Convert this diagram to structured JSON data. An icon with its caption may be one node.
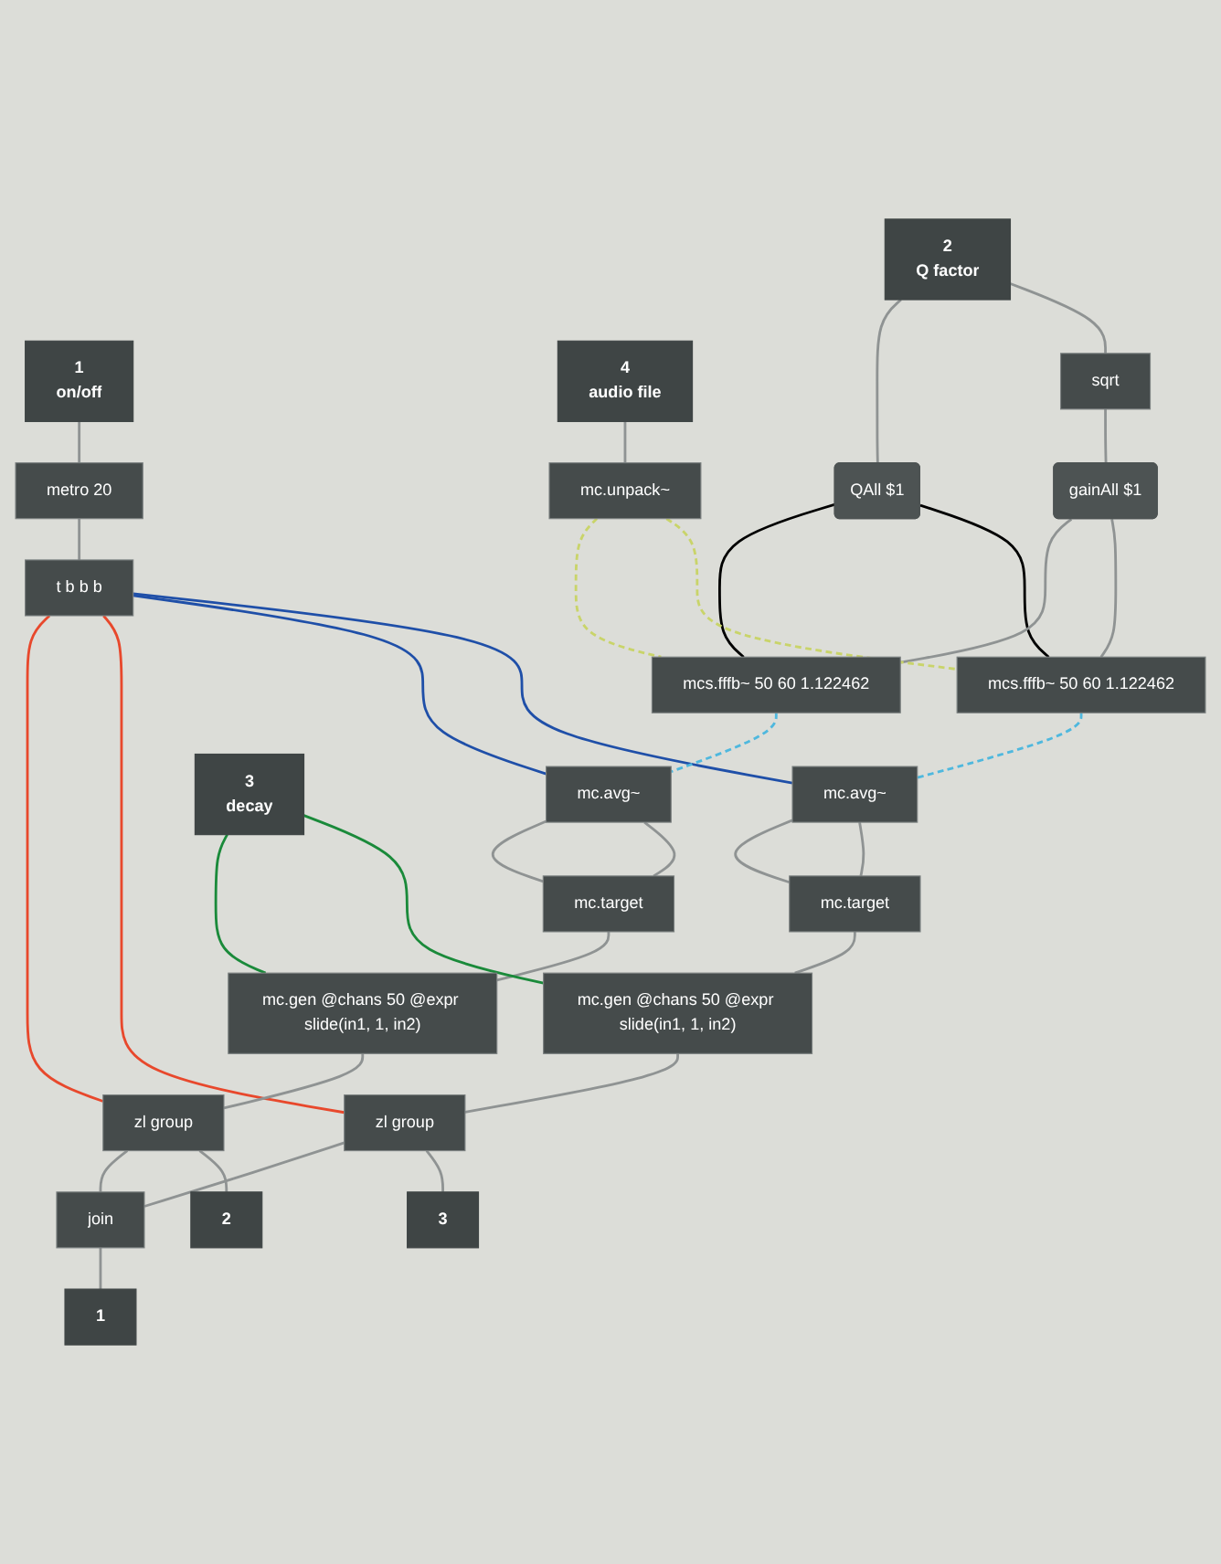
{
  "diagram": {
    "nodes": [
      {
        "text": [
          "1",
          "on/off"
        ]
      },
      {
        "text": [
          "2",
          "Q factor"
        ]
      },
      {
        "text": [
          "4",
          "audio file"
        ]
      },
      {
        "text": [
          "metro 20"
        ]
      },
      {
        "text": [
          "QAll $1"
        ]
      },
      {
        "text": [
          "sqrt"
        ]
      },
      {
        "text": [
          "gainAll $1"
        ]
      },
      {
        "text": [
          "t b b b"
        ]
      },
      {
        "text": [
          "mc.unpack~"
        ]
      },
      {
        "text": [
          "mcs.fffb~ 50 60 1.122462"
        ]
      },
      {
        "text": [
          "mcs.fffb~ 50 60 1.122462"
        ]
      },
      {
        "text": [
          "mc.avg~"
        ]
      },
      {
        "text": [
          "mc.avg~"
        ]
      },
      {
        "text": [
          "3",
          "decay"
        ]
      },
      {
        "text": [
          "mc.target"
        ]
      },
      {
        "text": [
          "mc.target"
        ]
      },
      {
        "text": [
          "mc.gen @chans 50 @expr slide(in1, 1, in2)"
        ]
      },
      {
        "text": [
          "mc.gen @chans 50 @expr slide(in1, 1, in2)"
        ]
      },
      {
        "text": [
          "zl group"
        ]
      },
      {
        "text": [
          "zl group"
        ]
      },
      {
        "text": [
          "join"
        ]
      },
      {
        "text": [
          "1"
        ]
      },
      {
        "text": [
          "2"
        ]
      },
      {
        "text": [
          "3"
        ]
      }
    ],
    "edges": [
      {
        "from": 0,
        "to": 3,
        "arrow": "none"
      },
      {
        "from": 1,
        "to": 4,
        "arrow": "none"
      },
      {
        "from": 1,
        "to": 5,
        "arrow": "none"
      },
      {
        "from": 5,
        "to": 6,
        "arrow": "none"
      },
      {
        "from": 2,
        "to": 8,
        "arrow": "none"
      },
      {
        "from": 3,
        "to": 7,
        "arrow": "none"
      },
      {
        "from": 4,
        "to": 9,
        "arrow": "none",
        "color": "#000000"
      },
      {
        "from": 4,
        "to": 10,
        "arrow": "none",
        "color": "#000000"
      },
      {
        "from": 6,
        "to": 9,
        "arrow": "none"
      },
      {
        "from": 6,
        "to": 10,
        "arrow": "none"
      },
      {
        "from": 8,
        "to": 9,
        "arrow": "none",
        "style": "dashed",
        "color": "#c9d46a"
      },
      {
        "from": 8,
        "to": 10,
        "arrow": "none",
        "style": "dashed",
        "color": "#c9d46a"
      },
      {
        "from": 7,
        "to": 18,
        "arrow": "none",
        "color": "#e8482c"
      },
      {
        "from": 7,
        "to": 19,
        "arrow": "none",
        "color": "#e8482c"
      },
      {
        "from": 7,
        "to": 11,
        "arrow": "none",
        "color": "#1f4fa8"
      },
      {
        "from": 7,
        "to": 12,
        "arrow": "none",
        "color": "#1f4fa8"
      },
      {
        "from": 9,
        "to": 11,
        "arrow": "none",
        "style": "dashed",
        "color": "#4fb8de"
      },
      {
        "from": 10,
        "to": 12,
        "arrow": "none",
        "style": "dashed",
        "color": "#4fb8de"
      },
      {
        "from": 11,
        "to": 14,
        "arrow": "none"
      },
      {
        "from": 11,
        "to": 14,
        "arrow": "none"
      },
      {
        "from": 12,
        "to": 15,
        "arrow": "none"
      },
      {
        "from": 12,
        "to": 15,
        "arrow": "none"
      },
      {
        "from": 14,
        "to": 16,
        "arrow": "none"
      },
      {
        "from": 15,
        "to": 17,
        "arrow": "none"
      },
      {
        "from": 13,
        "to": 16,
        "arrow": "none",
        "color": "#1a8a3a"
      },
      {
        "from": 13,
        "to": 17,
        "arrow": "none",
        "color": "#1a8a3a"
      },
      {
        "from": 16,
        "to": 18,
        "arrow": "none"
      },
      {
        "from": 17,
        "to": 19,
        "arrow": "none"
      },
      {
        "from": 18,
        "to": 20,
        "arrow": "none"
      },
      {
        "from": 19,
        "to": 20,
        "arrow": "none"
      },
      {
        "from": 18,
        "to": 22,
        "arrow": "none"
      },
      {
        "from": 19,
        "to": 23,
        "arrow": "none"
      },
      {
        "from": 20,
        "to": 21,
        "arrow": "none"
      }
    ]
  }
}
